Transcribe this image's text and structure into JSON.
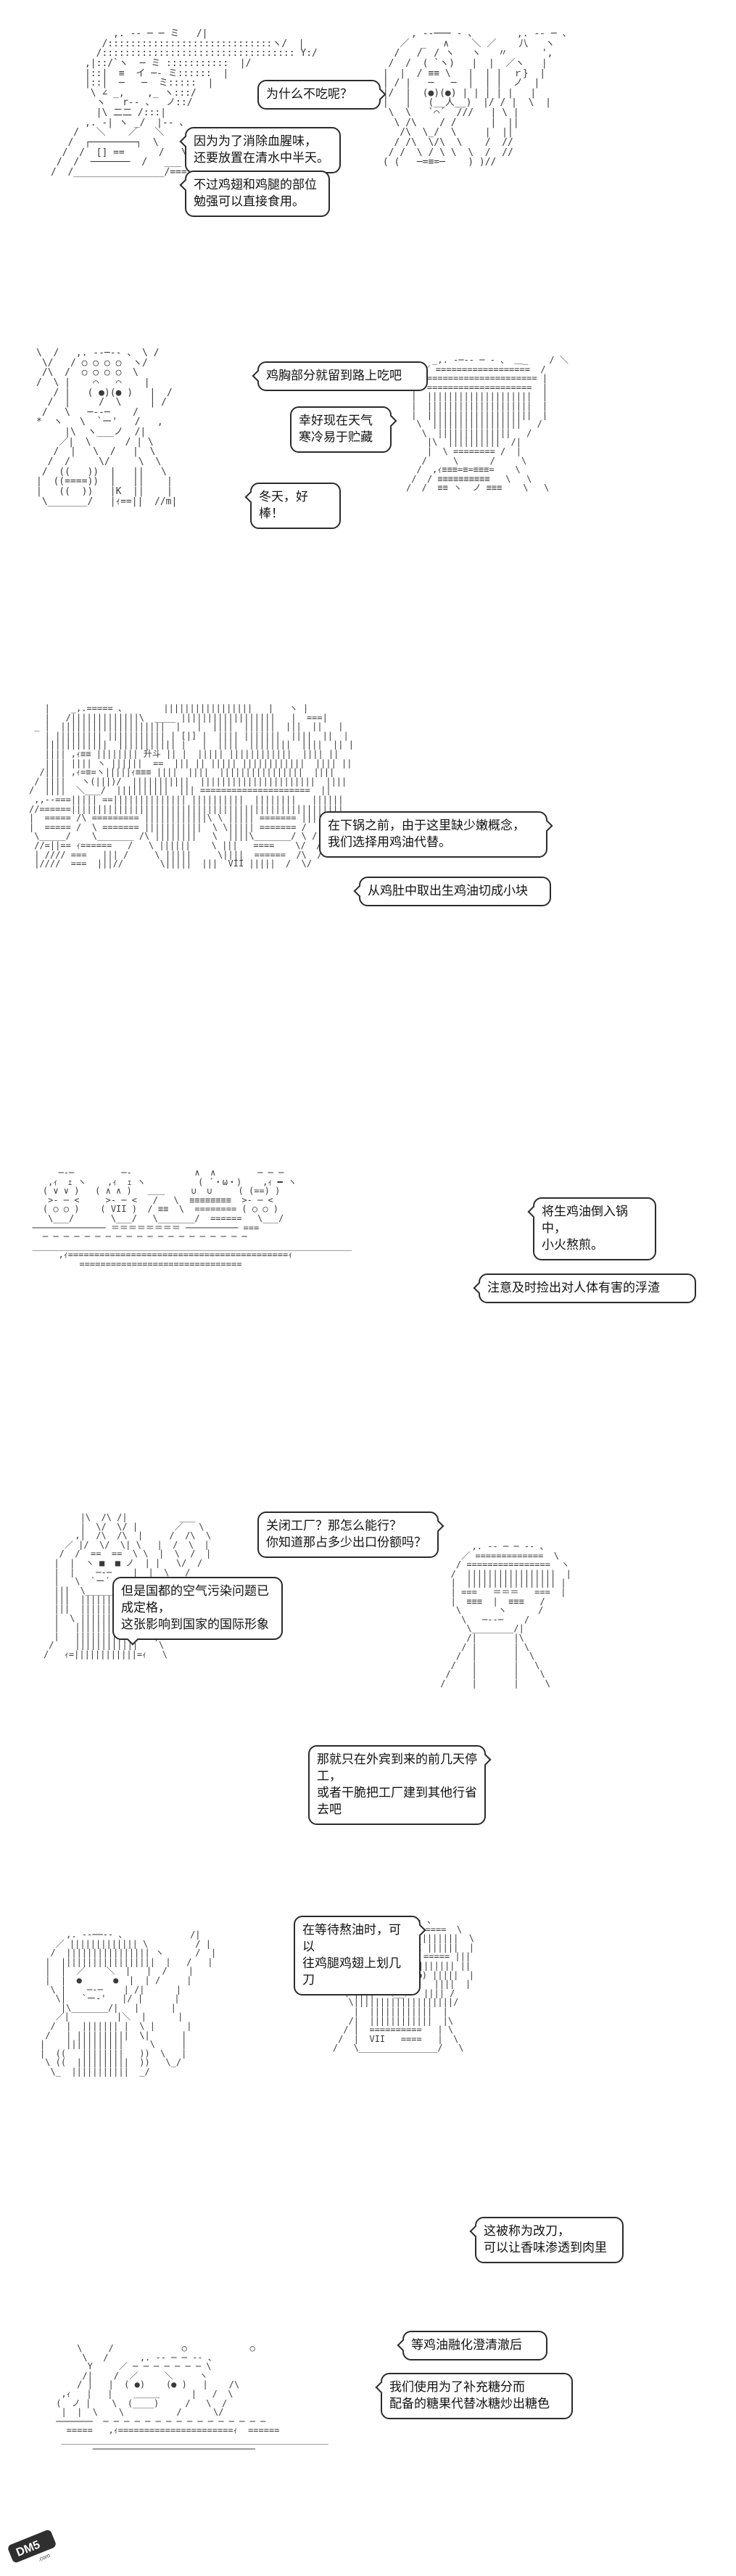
{
  "panels": [
    {
      "bubbles": [
        {
          "text": "为什么不吃呢？"
        },
        {
          "text": "因为为了消除血腥味，\n还要放置在清水中半天。"
        },
        {
          "text": "不过鸡翅和鸡腿的部位\n勉强可以直接食用。"
        }
      ]
    },
    {
      "bubbles": [
        {
          "text": "鸡胸部分就留到路上吃吧"
        },
        {
          "text": "幸好现在天气\n寒冷易于贮藏"
        },
        {
          "text": "冬天，好棒！"
        }
      ]
    },
    {
      "bubbles": [
        {
          "text": "在下锅之前，由于这里缺少嫩概念，\n我们选择用鸡油代替。"
        },
        {
          "text": "从鸡肚中取出生鸡油切成小块"
        }
      ]
    },
    {
      "bubbles": [
        {
          "text": "将生鸡油倒入锅中，\n小火熬煎。"
        },
        {
          "text": "注意及时捡出对人体有害的浮渣"
        }
      ]
    },
    {
      "bubbles": [
        {
          "text": "关闭工厂？那怎么能行？\n你知道那占多少出口份额吗？"
        },
        {
          "text": "但是国都的空气污染问题已成定格，\n这张影响到国家的国际形象"
        },
        {
          "text": "那就只在外宾到来的前几天停工，\n或者干脆把工厂建到其他行省去吧"
        }
      ]
    },
    {
      "bubbles": [
        {
          "text": "在等待熬油时，可以\n往鸡腿鸡翅上划几刀"
        },
        {
          "text": "这被称为改刀，\n可以让香味渗透到肉里"
        }
      ]
    },
    {
      "bubbles": [
        {
          "text": "等鸡油融化澄清澈后"
        },
        {
          "text": "我们使用为了补充糖分而\n配备的糖果代替冰糖炒出糖色"
        }
      ]
    }
  ],
  "watermark": {
    "text": "DM5.com"
  }
}
